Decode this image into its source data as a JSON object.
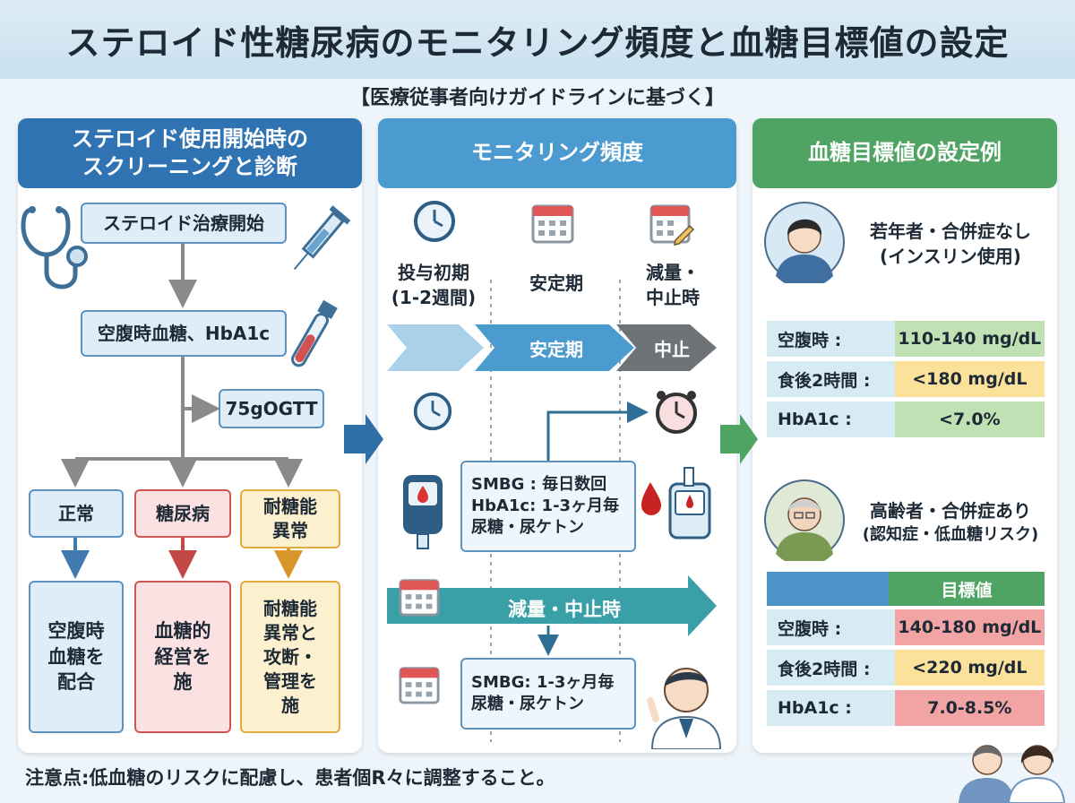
{
  "title": "ステロイド性糖尿病のモニタリング頻度と血糖目標値の設定",
  "subtitle": "【医療従事者向けガイドラインに基づく】",
  "left": {
    "header_line1": "ステロイド使用開始時の",
    "header_line2": "スクリーニングと診断",
    "start": "ステロイド治療開始",
    "test1": "空腹時血糖、HbA1c",
    "test2": "75gOGTT",
    "outcomes": [
      {
        "label": "正常",
        "action": "空腹時\n血糖を\n配合"
      },
      {
        "label": "糖尿病",
        "action": "血糖的\n経営を\n施"
      },
      {
        "label": "耐糖能\n異常",
        "action": "耐糖能\n異常と\n攻断・\n管理を\n施"
      }
    ]
  },
  "middle": {
    "header": "モニタリング頻度",
    "phases": [
      "投与初期\n(1-2週間)",
      "安定期",
      "減量・\n中止時"
    ],
    "arrow_labels": [
      "安定期",
      "中止"
    ],
    "monitor1": "SMBG : 毎日数回\nHbA1c: 1-3ヶ月毎\n尿糖・尿ケトン",
    "taper_arrow": "減量・中止時",
    "monitor2": "SMBG: 1-3ヶ月毎\n尿糖・尿ケトン"
  },
  "right": {
    "header": "血糖目標値の設定例",
    "young": {
      "label1": "若年者・合併症なし",
      "label2": "(インスリン使用)",
      "rows": [
        {
          "name": "空腹時 :",
          "value": "110-140 mg/dL",
          "color": "#bfe1b4"
        },
        {
          "name": "食後2時間 :",
          "value": "<180 mg/dL",
          "color": "#fbe19a"
        },
        {
          "name": "HbA1c :",
          "value": "<7.0%",
          "color": "#bfe1b4"
        }
      ]
    },
    "elderly": {
      "label1": "高齢者・合併症あり",
      "label2": "(認知症・低血糖リスク)",
      "col_header": "目標値",
      "rows": [
        {
          "name": "空腹時 :",
          "value": "140-180 mg/dL",
          "color": "#f2a3a3"
        },
        {
          "name": "食後2時間 :",
          "value": "<220 mg/dL",
          "color": "#fbe19a"
        },
        {
          "name": "HbA1c :",
          "value": "7.0-8.5%",
          "color": "#f2a3a3"
        }
      ]
    }
  },
  "note": "注意点:低血糖のリスクに配慮し、患者個R々に調整すること。",
  "colors": {
    "blue_head": "#2f73b3",
    "mid_head": "#4b9bd0",
    "green_head": "#4fa463"
  }
}
